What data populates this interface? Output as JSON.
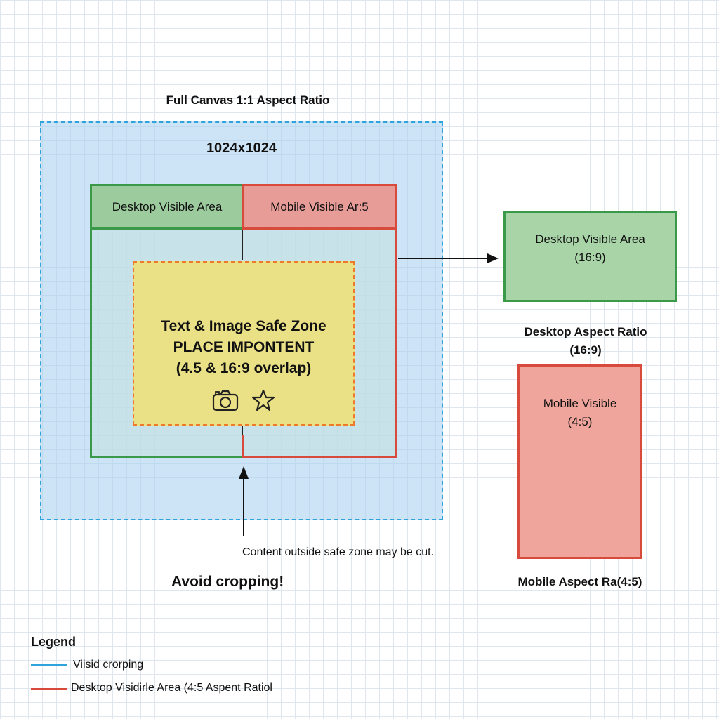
{
  "diagram": {
    "canvas_heading": "Full Canvas 1:1 Aspect Ratio",
    "canvas_size": "1024x1024",
    "desktop_visible_label": "Desktop Visible Area",
    "mobile_visible_label": "Mobile Visible Ar:5",
    "safe_zone": {
      "line1": "Text & Image Safe Zone",
      "line2": "PLACE IMPONTENT",
      "line3": "(4.5 & 16:9 overlap)"
    },
    "desktop_box": {
      "line1": "Desktop Visible Area",
      "line2": "(16:9)"
    },
    "desktop_caption": {
      "line1": "Desktop Aspect Ratio",
      "line2": "(16:9)"
    },
    "mobile_box": {
      "line1": "Mobile Visible",
      "line2": "(4:5)"
    },
    "mobile_caption": "Mobile Aspect Ra(4:5)",
    "cut_note": "Content outside safe zone may be cut.",
    "warning": "Avoid cropping!",
    "icons": [
      "camera-icon",
      "star-icon"
    ]
  },
  "legend": {
    "title": "Legend",
    "items": [
      {
        "label": "Viisid crorping",
        "color": "#2ea3dc"
      },
      {
        "label": "Desktop Visidirle Area (4:5 Aspent Ratiol",
        "color": "#d84a3c"
      }
    ]
  },
  "colors": {
    "canvas_border": "#2ea3dc",
    "desktop_green": "#3a9a4a",
    "mobile_red": "#d84a3c",
    "safe_zone_border": "#ef7a2a"
  }
}
